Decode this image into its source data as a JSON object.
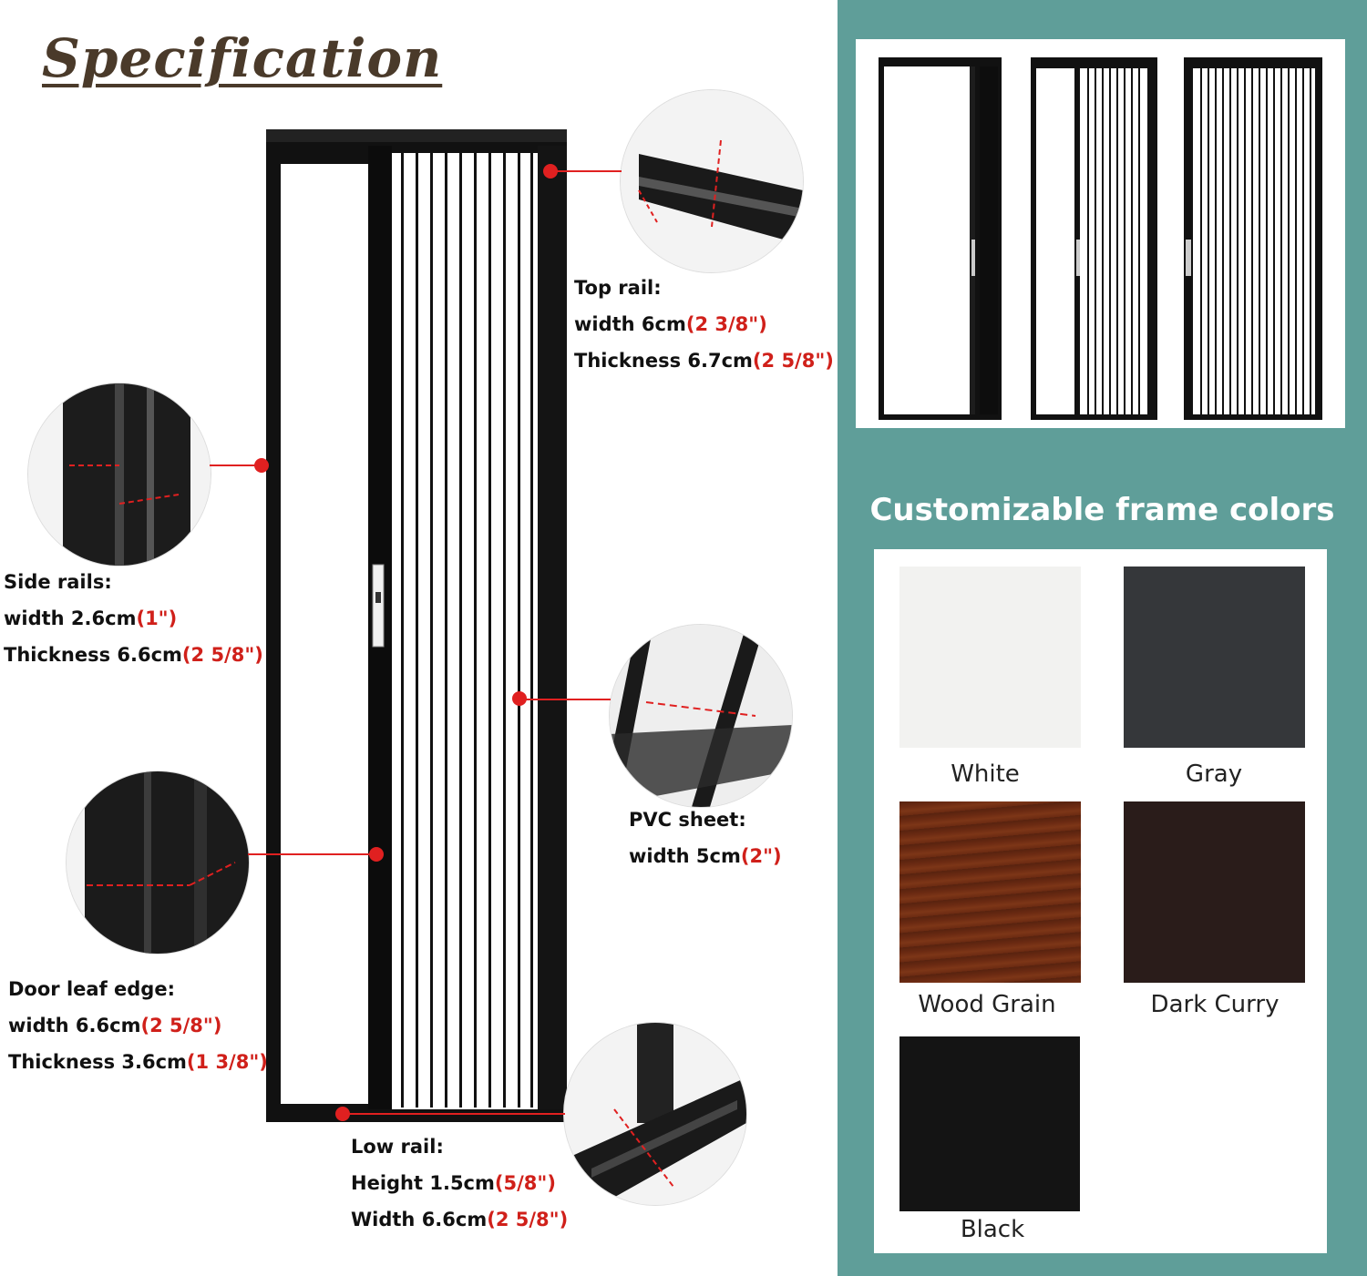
{
  "title": "Specification",
  "specs": {
    "top_rail": {
      "heading": "Top rail:",
      "width_label": "width 6cm",
      "width_inch": "(2 3/8\")",
      "thickness_label": "Thickness 6.7cm",
      "thickness_inch": "(2 5/8\")"
    },
    "side_rails": {
      "heading": "Side rails:",
      "width_label": "width 2.6cm",
      "width_inch": "(1\")",
      "thickness_label": "Thickness 6.6cm",
      "thickness_inch": "(2 5/8\")"
    },
    "pvc_sheet": {
      "heading": "PVC sheet:",
      "width_label": "width 5cm",
      "width_inch": "(2\")"
    },
    "door_leaf_edge": {
      "heading": "Door leaf edge:",
      "width_label": "width 6.6cm",
      "width_inch": "(2 5/8\")",
      "thickness_label": "Thickness 3.6cm",
      "thickness_inch": "(1 3/8\")"
    },
    "low_rail": {
      "heading": "Low rail:",
      "height_label": "Height 1.5cm",
      "height_inch": "(5/8\")",
      "width_label": "Width 6.6cm",
      "width_inch": "(2 5/8\")"
    }
  },
  "colors_heading": "Customizable frame colors",
  "swatches": [
    {
      "label": "White",
      "color": "#f2f2f0"
    },
    {
      "label": "Gray",
      "color": "#35373a"
    },
    {
      "label": "Wood Grain",
      "color": "#6b2a12"
    },
    {
      "label": "Dark Curry",
      "color": "#2a1c1a"
    },
    {
      "label": "Black",
      "color": "#141414"
    }
  ],
  "accent_color": "#d0201a",
  "panel_color": "#5f9e99"
}
